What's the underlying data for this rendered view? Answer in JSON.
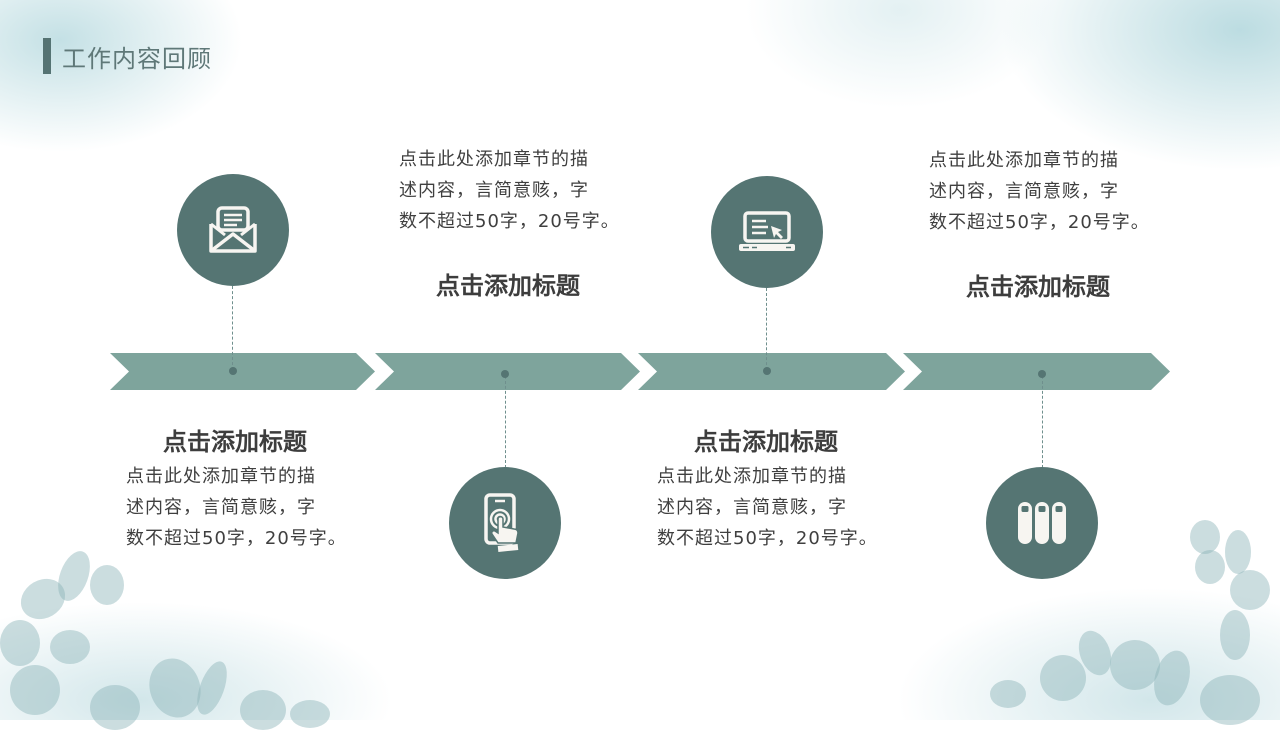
{
  "slide": {
    "title": "工作内容回顾",
    "colors": {
      "accent": "#557573",
      "arrow": "#7ea49c",
      "text": "#3d3d3d",
      "title_text": "#5f7878"
    }
  },
  "timeline": {
    "items": [
      {
        "icon": "envelope-icon",
        "title": "点击添加标题",
        "description": [
          "点击此处添加章节的描",
          "述内容，言简意赅，字",
          "数不超过50字，20号字。"
        ],
        "icon_position": "top",
        "text_position": "bottom"
      },
      {
        "icon": "touch-phone-icon",
        "title": "点击添加标题",
        "description": [
          "点击此处添加章节的描",
          "述内容，言简意赅，字",
          "数不超过50字，20号字。"
        ],
        "icon_position": "bottom",
        "text_position": "top"
      },
      {
        "icon": "laptop-icon",
        "title": "点击添加标题",
        "description": [
          "点击此处添加章节的描",
          "述内容，言简意赅，字",
          "数不超过50字，20号字。"
        ],
        "icon_position": "top",
        "text_position": "bottom"
      },
      {
        "icon": "binders-icon",
        "title": "点击添加标题",
        "description": [
          "点击此处添加章节的描",
          "述内容，言简意赅，字",
          "数不超过50字，20号字。"
        ],
        "icon_position": "bottom",
        "text_position": "top"
      }
    ]
  }
}
